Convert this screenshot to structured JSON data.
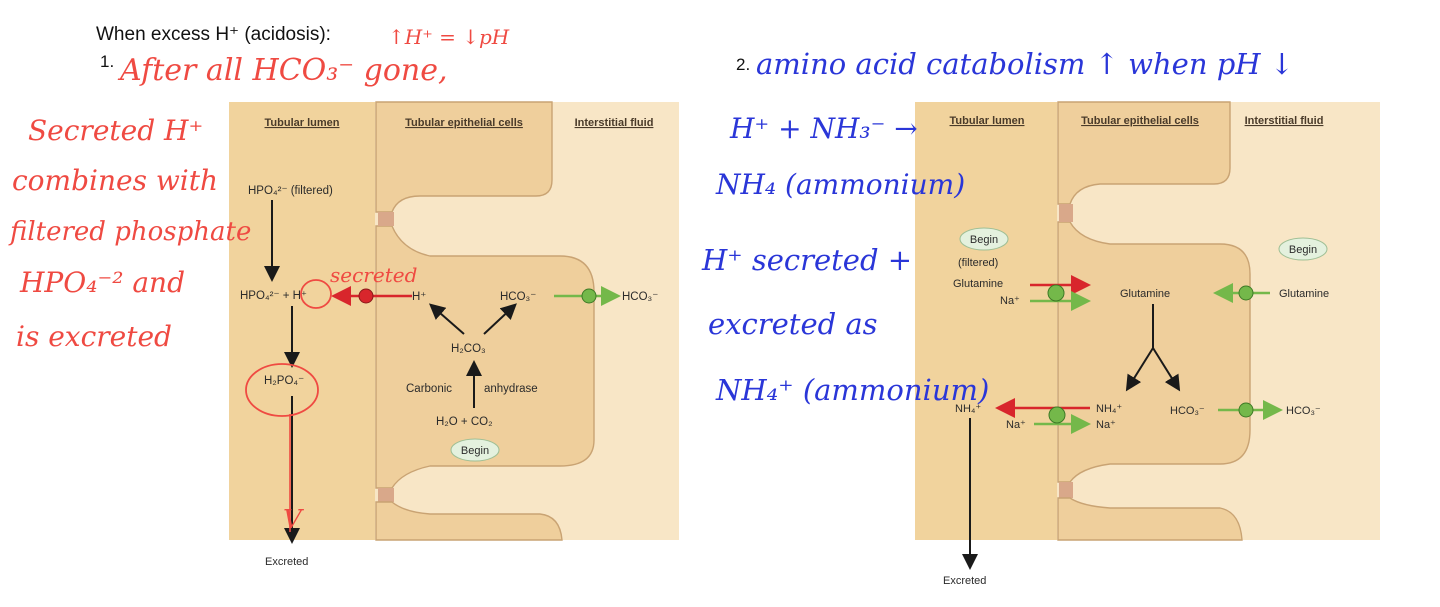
{
  "heading": {
    "title": "When excess H⁺ (acidosis):",
    "number_1": "1.",
    "number_2": "2."
  },
  "annotations": {
    "note_ph": "↑H⁺ = ↓pH",
    "note_after": "After all HCO₃⁻ gone,",
    "note_secreted_lines": [
      "Secreted H⁺",
      "combines with",
      "filtered phosphate",
      "HPO₄⁻² and",
      "is excreted"
    ],
    "note_secreted_small": "secreted",
    "note_v": "V",
    "note_amino": "amino acid catabolism ↑ when pH ↓",
    "note_blue_lines": [
      "H⁺ + NH₃⁻ →",
      "NH₄ (ammonium)",
      "H⁺ secreted +",
      "excreted as",
      "NH₄⁺ (ammonium)"
    ]
  },
  "diagram1": {
    "headers": [
      "Tubular lumen",
      "Tubular epithelial cells",
      "Interstitial fluid"
    ],
    "hpo4_filtered": "HPO₄²⁻ (filtered)",
    "hpo4_h": "HPO₄²⁻ + H⁺",
    "h": "H⁺",
    "hco3_cell": "HCO₃⁻",
    "hco3_out": "HCO₃⁻",
    "h2co3": "H₂CO₃",
    "carbonic": "Carbonic",
    "anhydrase": "anhydrase",
    "h2o_co2": "H₂O + CO₂",
    "begin": "Begin",
    "h2po4": "H₂PO₄⁻",
    "excreted": "Excreted"
  },
  "diagram2": {
    "headers": [
      "Tubular lumen",
      "Tubular epithelial cells",
      "Interstitial fluid"
    ],
    "begin_left": "Begin",
    "filtered": "(filtered)",
    "glutamine_lumen": "Glutamine",
    "na_1": "Na⁺",
    "glutamine_cell": "Glutamine",
    "glutamine_out": "Glutamine",
    "begin_right": "Begin",
    "nh4_lumen": "NH₄⁺",
    "nh4_cell": "NH₄⁺",
    "na_2": "Na⁺",
    "na_3": "Na⁺",
    "hco3_cell": "HCO₃⁻",
    "hco3_out": "HCO₃⁻",
    "excreted": "Excreted"
  },
  "colors": {
    "red_arrow": "#d8262c",
    "green_arrow": "#74b84a",
    "red_ink": "#ef4a42",
    "blue_ink": "#2a36d8"
  }
}
